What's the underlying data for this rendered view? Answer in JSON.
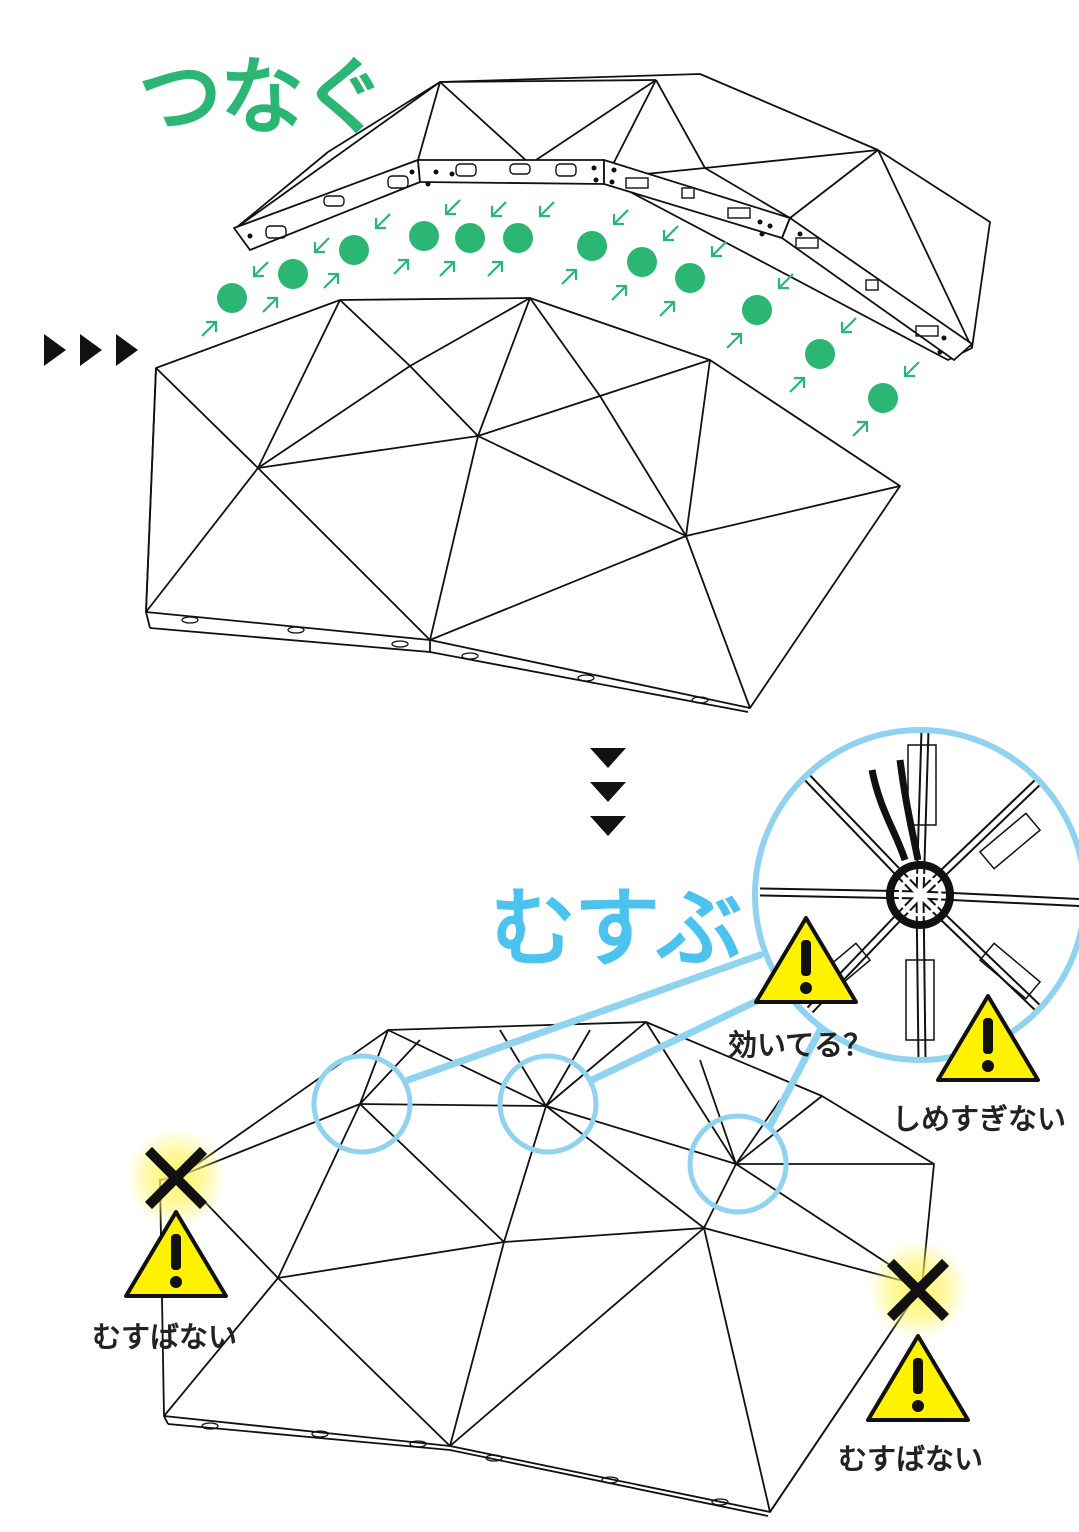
{
  "colors": {
    "green": "#2bb673",
    "blue": "#4cc3ee",
    "loop_blue": "#8fd3f0",
    "warning_yellow": "#fff200",
    "ink": "#111111"
  },
  "top_section": {
    "title": "つなぐ",
    "pointer_icon": "triple-right-arrow-icon",
    "connector_icon": "green-dot-with-arrows-icon"
  },
  "transition": {
    "icon": "triple-down-arrow-icon"
  },
  "bottom_section": {
    "title": "むすぶ",
    "warnings": {
      "check_tight": "効いてる？",
      "not_too_tight": "しめすぎない",
      "left_corner": "むすばない",
      "right_corner": "むすばない"
    },
    "icons": [
      "warning-triangle-icon",
      "x-mark-icon",
      "magnify-circle-icon",
      "cable-tie-icon"
    ]
  }
}
